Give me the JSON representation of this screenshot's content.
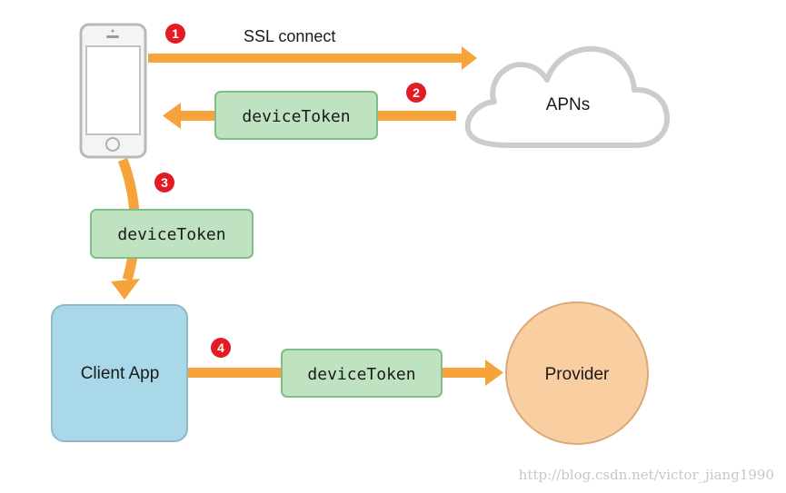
{
  "nodes": {
    "apns": "APNs",
    "client_app": "Client App",
    "provider": "Provider"
  },
  "labels": {
    "ssl_connect": "SSL connect",
    "token_1": "deviceToken",
    "token_2": "deviceToken",
    "token_3": "deviceToken"
  },
  "steps": [
    "1",
    "2",
    "3",
    "4"
  ],
  "watermark": "http://blog.csdn.net/victor_jiang1990",
  "colors": {
    "arrow": "#f5a33a",
    "token_box": "#bfe3c0",
    "token_border": "#7fbf86",
    "client_app": "#a9d8e8",
    "provider": "#f9cfa2",
    "step_badge": "#e31b23",
    "cloud_stroke": "#c9c9c9"
  }
}
